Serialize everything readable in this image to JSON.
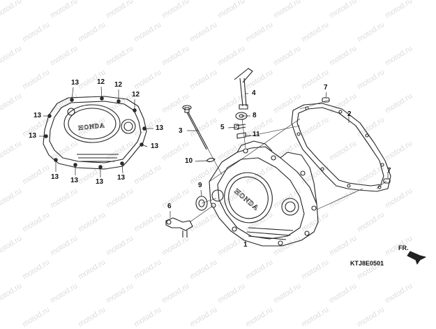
{
  "watermark": "motod.ru",
  "diagram_code": "KTJ8E0501",
  "front_label": "FR.",
  "brand_logo": "HONDA",
  "callouts": {
    "c13a": "13",
    "c12a": "12",
    "c12b": "12",
    "c12c": "12",
    "c13b": "13",
    "c13c": "13",
    "c13d": "13",
    "c13e": "13",
    "c13f": "13",
    "c13g": "13",
    "c13h": "13",
    "c13i": "13",
    "c3": "3",
    "c4": "4",
    "c8": "8",
    "c5": "5",
    "c11": "11",
    "c7a": "7",
    "c2": "2",
    "c7b": "7",
    "c10": "10",
    "c9": "9",
    "c6": "6",
    "c1": "1"
  }
}
